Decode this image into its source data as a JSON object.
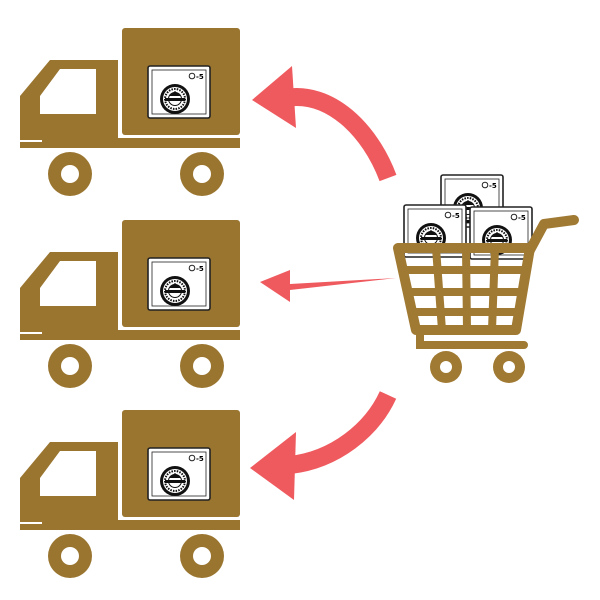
{
  "colors": {
    "truck": "#9a7530",
    "arrow": "#ef5a5f",
    "cart": "#a07a33",
    "package_bg": "#ffffff",
    "package_line": "#222222"
  },
  "package": {
    "label_mark": "-5"
  },
  "trucks": [
    {
      "name": "truck-top"
    },
    {
      "name": "truck-middle"
    },
    {
      "name": "truck-bottom"
    }
  ],
  "arrows": [
    {
      "name": "arrow-to-truck-top",
      "direction": "curved-up-left"
    },
    {
      "name": "arrow-to-truck-middle",
      "direction": "left"
    },
    {
      "name": "arrow-to-truck-bottom",
      "direction": "curved-down-left"
    }
  ],
  "cart": {
    "icon": "shopping-cart-icon",
    "items": 3
  }
}
